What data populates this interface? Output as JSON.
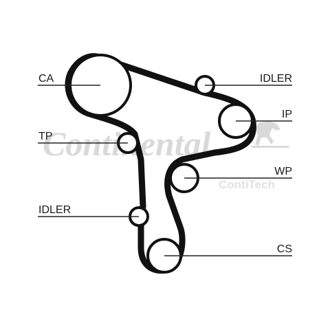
{
  "watermark": {
    "brand": "Continental",
    "sub": "ContiTech"
  },
  "labels": {
    "ca": "CA",
    "tp": "TP",
    "idler_bottom": "IDLER",
    "idler_top": "IDLER",
    "ip": "IP",
    "wp": "WP",
    "cs": "CS"
  },
  "colors": {
    "belt": "#111111",
    "pulley_fill": "#ffffff",
    "leader": "#222222",
    "watermark": "#d9d9d9"
  },
  "icons": {
    "horse": "horse-emblem-icon"
  }
}
